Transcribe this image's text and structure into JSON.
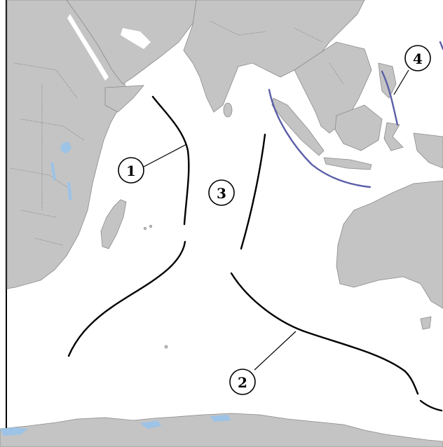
{
  "labels": {
    "one": "1",
    "two": "2",
    "three": "3",
    "four": "4"
  },
  "colors": {
    "land": "#c4c4c4",
    "ocean": "#ffffff",
    "lake": "#9dc3e6",
    "ridge": "#000000",
    "trench": "#5b5fa8"
  }
}
